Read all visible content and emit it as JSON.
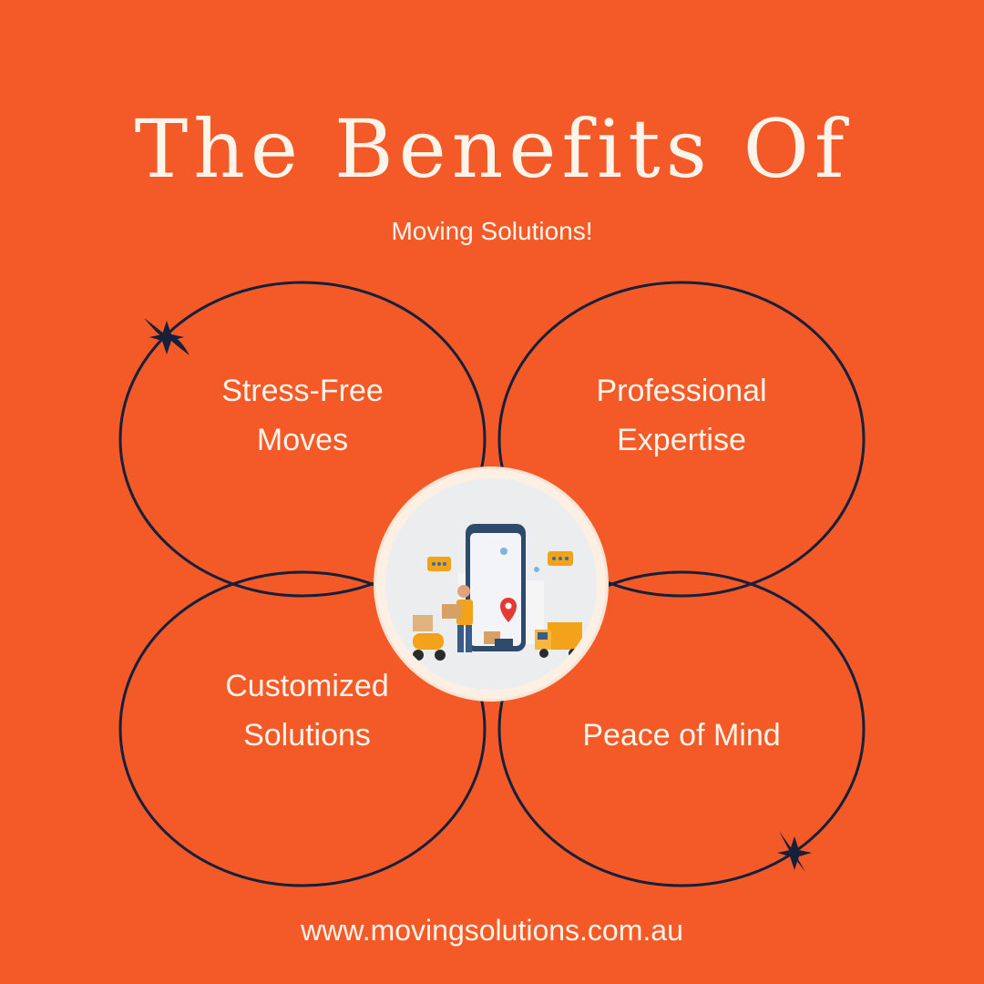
{
  "header": {
    "title": "The Benefits Of",
    "subtitle": "Moving Solutions!"
  },
  "petals": [
    {
      "line1": "Stress-Free",
      "line2": "Moves"
    },
    {
      "line1": "Professional",
      "line2": "Expertise"
    },
    {
      "line1": "Customized",
      "line2": "Solutions"
    },
    {
      "line1": "Peace of Mind",
      "line2": ""
    }
  ],
  "center_image": {
    "icon": "delivery-app-illustration-icon"
  },
  "footer": {
    "website": "www.movingsolutions.com.au"
  },
  "colors": {
    "background": "#F35A28",
    "outline": "#16203A",
    "text": "#FFF4EA",
    "accent_yellow": "#F2A21B"
  }
}
